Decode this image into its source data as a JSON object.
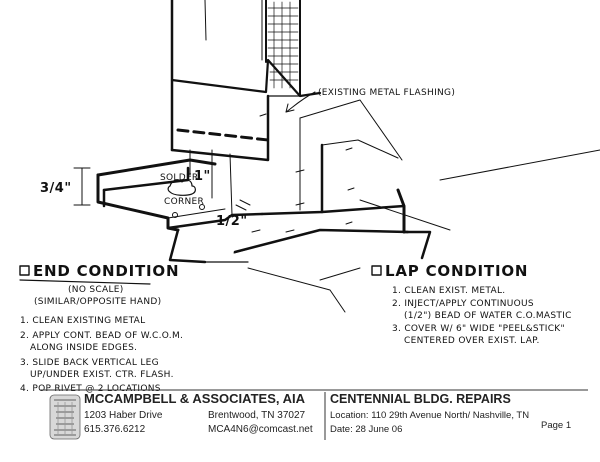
{
  "drawing": {
    "callouts": {
      "existing_flashing": "(EXISTING METAL FLASHING)",
      "dim_three_quarter": "3/4\"",
      "dim_one": "1\"",
      "dim_one_half": "1/2\"",
      "solder_corner": "SOLDER CORNER"
    },
    "end_condition": {
      "title": "END CONDITION",
      "scale": "(NO SCALE)",
      "hand_note": "(SIMILAR/OPPOSITE HAND)",
      "steps": [
        "1. CLEAN EXISTING METAL",
        "2. APPLY CONT. BEAD OF W.C.O.M.",
        "ALONG INSIDE EDGES.",
        "3. SLIDE BACK VERTICAL LEG",
        "UP/UNDER EXIST. CTR. FLASH.",
        "4. POP RIVET @ 2 LOCATIONS"
      ]
    },
    "lap_condition": {
      "title": "LAP CONDITION",
      "steps": [
        "1. CLEAN EXIST. METAL.",
        "2. INJECT/APPLY CONTINUOUS",
        "(1/2\") BEAD OF WATER C.O.MASTIC",
        "3. COVER W/ 6\" WIDE \"PEEL&STICK\"",
        "CENTERED OVER EXIST. LAP."
      ]
    }
  },
  "title_block": {
    "firm_name": "MCCAMPBELL & ASSOCIATES, AIA",
    "address": "1203 Haber Drive",
    "city": "Brentwood, TN 37027",
    "phone": "615.376.6212",
    "email": "MCA4N6@comcast.net",
    "project_title": "CENTENNIAL BLDG.  REPAIRS",
    "location": "Location: 110 29th Avenue North/ Nashville, TN",
    "date": "Date: 28 June 06",
    "page": "Page 1"
  }
}
